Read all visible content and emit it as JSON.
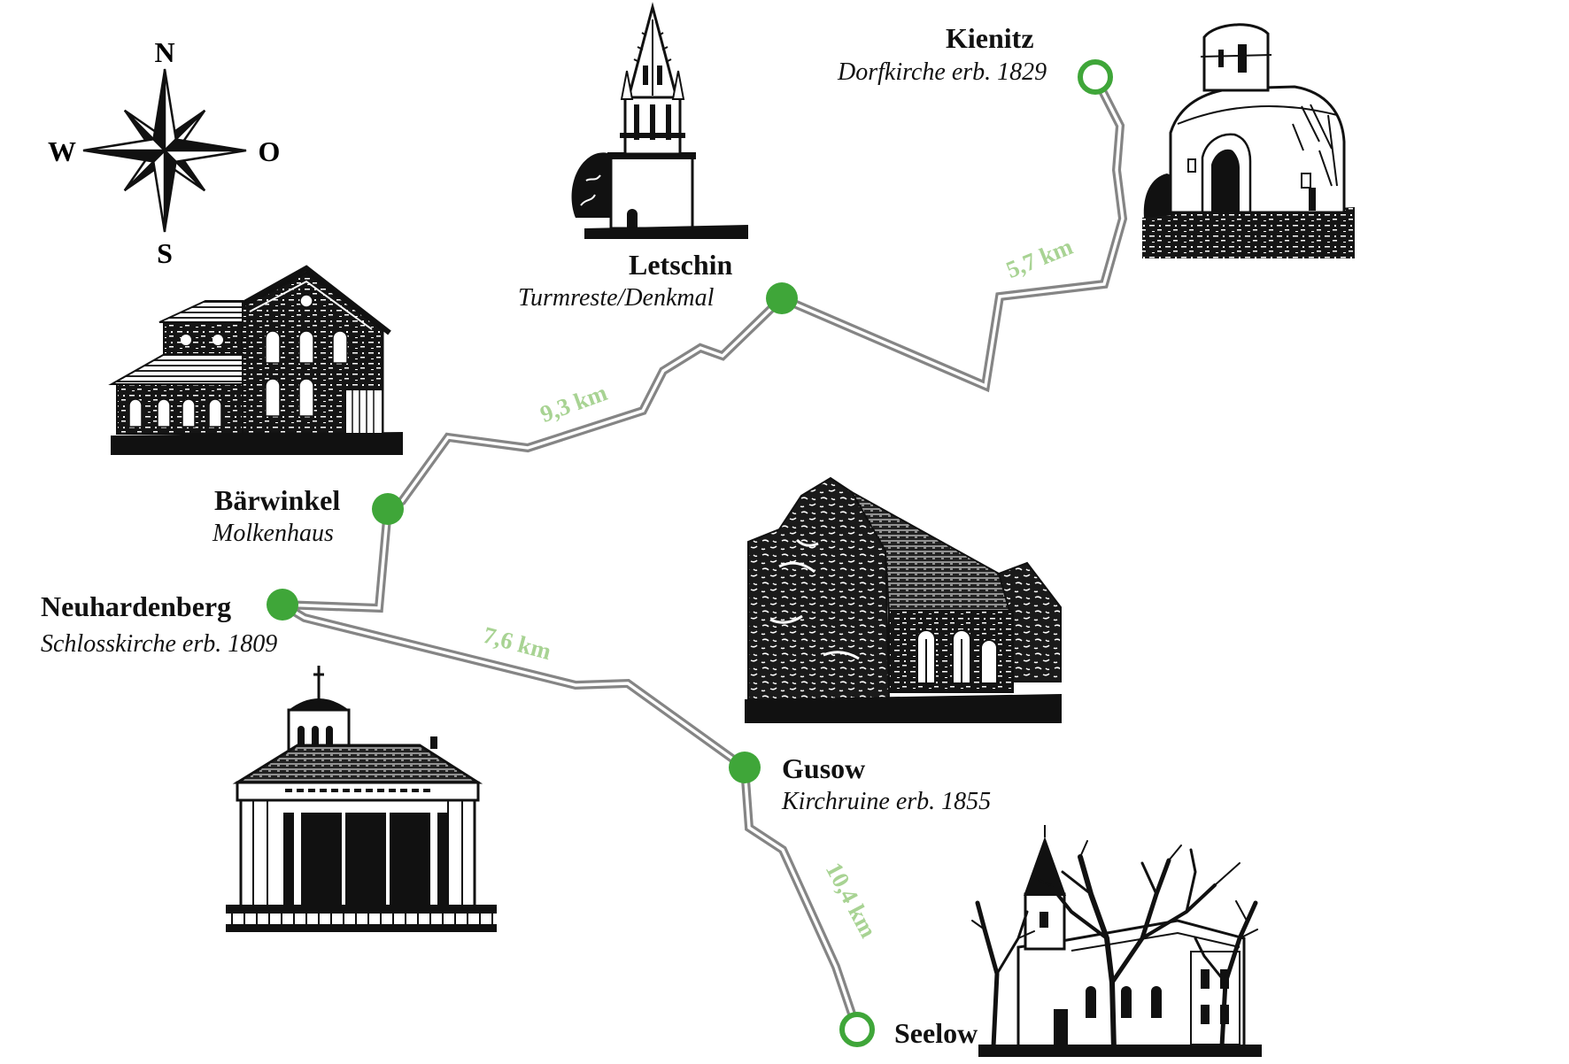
{
  "compass": {
    "north": "N",
    "east": "O",
    "south": "S",
    "west": "W"
  },
  "stations": [
    {
      "name": "Kienitz",
      "subtitle": "Dorfkirche erb. 1829",
      "marker": "open"
    },
    {
      "name": "Letschin",
      "subtitle": "Turmreste/Denkmal",
      "marker": "filled"
    },
    {
      "name": "Bärwinkel",
      "subtitle": "Molkenhaus",
      "marker": "filled"
    },
    {
      "name": "Neuhardenberg",
      "subtitle": "Schlosskirche erb. 1809",
      "marker": "filled"
    },
    {
      "name": "Gusow",
      "subtitle": "Kirchruine erb. 1855",
      "marker": "filled"
    },
    {
      "name": "Seelow",
      "marker": "open"
    }
  ],
  "segments": [
    {
      "distance": "5,7 km"
    },
    {
      "distance": "9,3 km"
    },
    {
      "distance": "7,6 km"
    },
    {
      "distance": "10,4 km"
    }
  ],
  "illustrations": [
    "village-church-drawing",
    "gothic-tower-drawing",
    "stone-house-drawing",
    "church-ruin-drawing",
    "domed-church-drawing",
    "town-church-with-trees-drawing"
  ],
  "colors": {
    "marker": "#3fa639",
    "marker_open_fill": "#ffffff",
    "distance_label": "#a8d393",
    "route_outline": "#858585",
    "route_inner": "#ffffff",
    "ink": "#111111"
  }
}
